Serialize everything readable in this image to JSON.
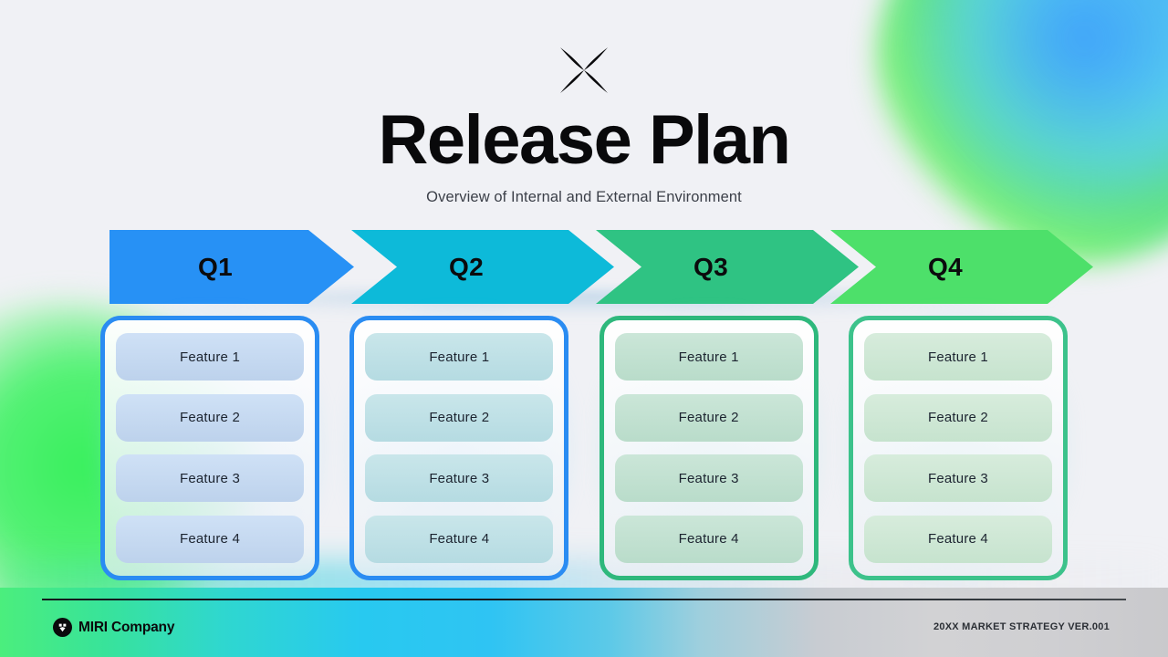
{
  "slide": {
    "title": "Release Plan",
    "subtitle": "Overview of Internal and External Environment",
    "decor_icon": "x-cross-icon",
    "background_color": "#f0f1f5"
  },
  "timeline": {
    "quarters": [
      {
        "label": "Q1",
        "color": "#2791f5"
      },
      {
        "label": "Q2",
        "color": "#0dbad9"
      },
      {
        "label": "Q3",
        "color": "#2fc383"
      },
      {
        "label": "Q4",
        "color": "#4de06a"
      }
    ]
  },
  "columns": [
    {
      "quarter": "Q1",
      "border_color": "#2a8cf2",
      "features": [
        "Feature 1",
        "Feature 2",
        "Feature 3",
        "Feature 4"
      ]
    },
    {
      "quarter": "Q2",
      "border_color": "#2a8cf2",
      "features": [
        "Feature 1",
        "Feature 2",
        "Feature 3",
        "Feature 4"
      ]
    },
    {
      "quarter": "Q3",
      "border_color": "#2eb87c",
      "features": [
        "Feature 1",
        "Feature 2",
        "Feature 3",
        "Feature 4"
      ]
    },
    {
      "quarter": "Q4",
      "border_color": "#3cc28b",
      "features": [
        "Feature 1",
        "Feature 2",
        "Feature 3",
        "Feature 4"
      ]
    }
  ],
  "footer": {
    "logo_icon": "miri-circle-diamond-logo",
    "company": "MIRI Company",
    "version_note": "20XX MARKET STRATEGY VER.001"
  }
}
